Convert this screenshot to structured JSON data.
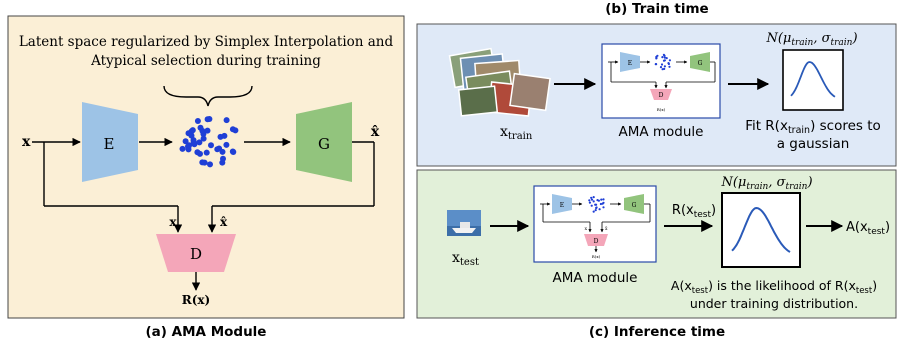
{
  "panel_a": {
    "caption": "(a) AMA Module",
    "latent_line1": "Latent space regularized by Simplex Interpolation and",
    "latent_line2": "Atypical selection during training",
    "input_x": "x",
    "encoder": "E",
    "generator": "G",
    "recon": "x̂",
    "d_input_x": "x",
    "d_input_xhat": "x̂",
    "discriminator": "D",
    "output": "R(x)"
  },
  "panel_b": {
    "caption": "(b) Train time",
    "x_label": "x",
    "x_sub": "train",
    "module_label": "AMA module",
    "mini": {
      "e": "E",
      "g": "G",
      "d": "D",
      "x": "x",
      "xhat": "x̂",
      "r": "R(x)"
    },
    "dist_N": "N(",
    "dist_mu": "μ",
    "dist_mu_sub": "train",
    "dist_sep": ", ",
    "dist_sigma": "σ",
    "dist_sigma_sub": "train",
    "dist_close": ")",
    "fit_pre": "Fit R(x",
    "fit_sub": "train",
    "fit_post": ") scores to",
    "fit_line2": "a gaussian"
  },
  "panel_c": {
    "caption": "(c) Inference time",
    "x_label": "x",
    "x_sub": "test",
    "module_label": "AMA module",
    "mini": {
      "e": "E",
      "g": "G",
      "d": "D",
      "x": "x",
      "xhat": "x̂",
      "r": "R(x)"
    },
    "r_pre": "R(x",
    "r_sub": "test",
    "r_post": ")",
    "dist_N": "N(",
    "dist_mu": "μ",
    "dist_mu_sub": "train",
    "dist_sep": ", ",
    "dist_sigma": "σ",
    "dist_sigma_sub": "train",
    "dist_close": ")",
    "a_pre": "A(x",
    "a_sub": "test",
    "a_post": ")",
    "note1_pre": "A(x",
    "note1_sub": "test",
    "note1_mid": ") is the likelihood of R(x",
    "note1_sub2": "test",
    "note1_post": ")",
    "note2": "under training distribution."
  },
  "colors": {
    "panel_a_bg": "#fbefd6",
    "panel_b_bg": "#dfe9f7",
    "panel_c_bg": "#e2f0d9",
    "encoder": "#9dc3e6",
    "generator": "#92c47d",
    "discriminator": "#f4a6b9",
    "dots": "#1f3fd6",
    "curve": "#2a5ab8"
  }
}
